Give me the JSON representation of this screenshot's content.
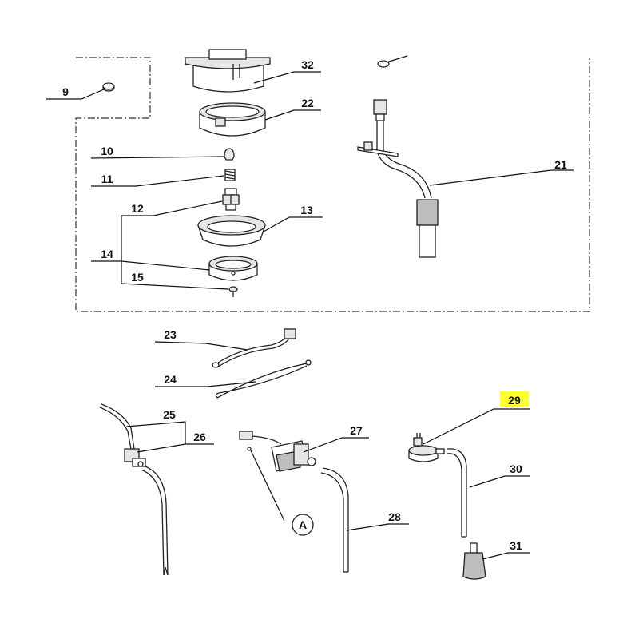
{
  "labels": {
    "p9": "9",
    "p10": "10",
    "p11": "11",
    "p12": "12",
    "p13": "13",
    "p14": "14",
    "p15": "15",
    "p21": "21",
    "p22": "22",
    "p23": "23",
    "p24": "24",
    "p25": "25",
    "p26": "26",
    "p27": "27",
    "p28": "28",
    "p29": "29",
    "p30": "30",
    "p31": "31",
    "p32": "32",
    "detailA": "A"
  },
  "colors": {
    "highlight": "#ffff33",
    "line": "#222222"
  },
  "highlighted_part": "29"
}
